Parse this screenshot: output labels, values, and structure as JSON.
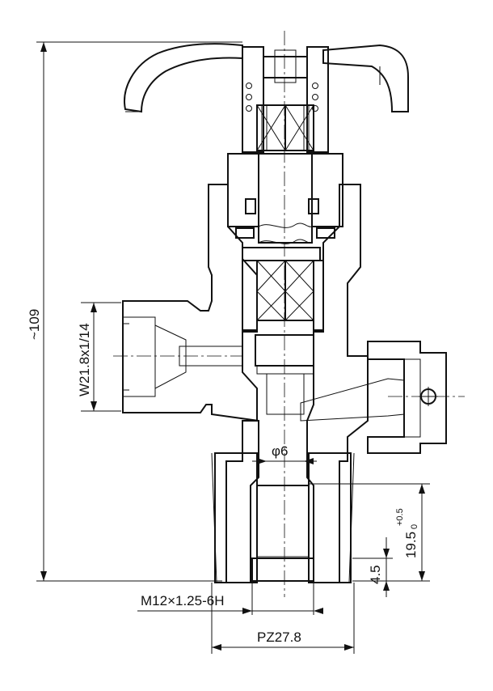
{
  "dimensions": {
    "overall_height": "~109",
    "inlet_thread": "W21.8x1/14",
    "bore_diameter": "φ6",
    "outlet_thread": "M12×1.25-6H",
    "taper_thread": "PZ27.8",
    "thread_depth": "19.5",
    "thread_depth_tolerance_upper": "+0.5",
    "thread_depth_tolerance_lower": "0",
    "small_depth": "4.5"
  }
}
